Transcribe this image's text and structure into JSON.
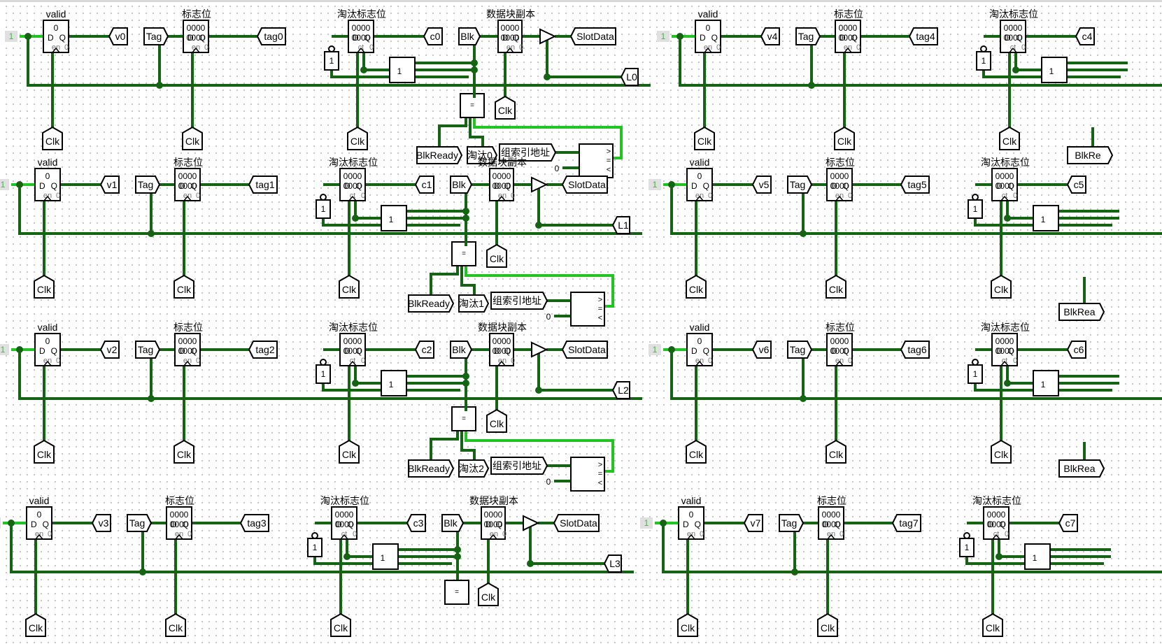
{
  "colors": {
    "wire": "#146414",
    "wire_active": "#22c422",
    "component_stroke": "#000000",
    "component_fill": "#ffffff",
    "pin_label_bg": "#e0e0e0",
    "pin_text": "#4caf50"
  },
  "labels": {
    "valid": "valid",
    "tag_flag": "标志位",
    "evict_flag": "淘汰标志位",
    "data_copy": "数据块副本",
    "reg4": "0000",
    "reg1": "0",
    "D": "D",
    "Q": "Q",
    "en": "en",
    "ct": "ct",
    "zero": "0",
    "one_const": "1",
    "t_const": "1",
    "clk": "Clk",
    "tag": "Tag",
    "blk": "Blk",
    "slotdata": "SlotData",
    "blkready": "BlkReady",
    "blkready_cut": "BlkRea",
    "blkready_cut2": "BlkRe",
    "group_index": "组索引地址",
    "input_one": "1",
    "input_zero": "0",
    "cmp_gt": ">",
    "cmp_eq": "=",
    "cmp_lt": "<"
  },
  "slots": [
    {
      "valid_out": "v0",
      "tag_out": "tag0",
      "evict_out": "c0",
      "line_out": "L0",
      "evict_in": "淘汰0"
    },
    {
      "valid_out": "v1",
      "tag_out": "tag1",
      "evict_out": "c1",
      "line_out": "L1",
      "evict_in": "淘汰1"
    },
    {
      "valid_out": "v2",
      "tag_out": "tag2",
      "evict_out": "c2",
      "line_out": "L2",
      "evict_in": "淘汰2"
    },
    {
      "valid_out": "v3",
      "tag_out": "tag3",
      "evict_out": "c3",
      "line_out": "L3",
      "evict_in": ""
    },
    {
      "valid_out": "v4",
      "tag_out": "tag4",
      "evict_out": "c4"
    },
    {
      "valid_out": "v5",
      "tag_out": "tag5",
      "evict_out": "c5"
    },
    {
      "valid_out": "v6",
      "tag_out": "tag6",
      "evict_out": "c6"
    },
    {
      "valid_out": "v7",
      "tag_out": "tag7",
      "evict_out": "c7"
    }
  ]
}
